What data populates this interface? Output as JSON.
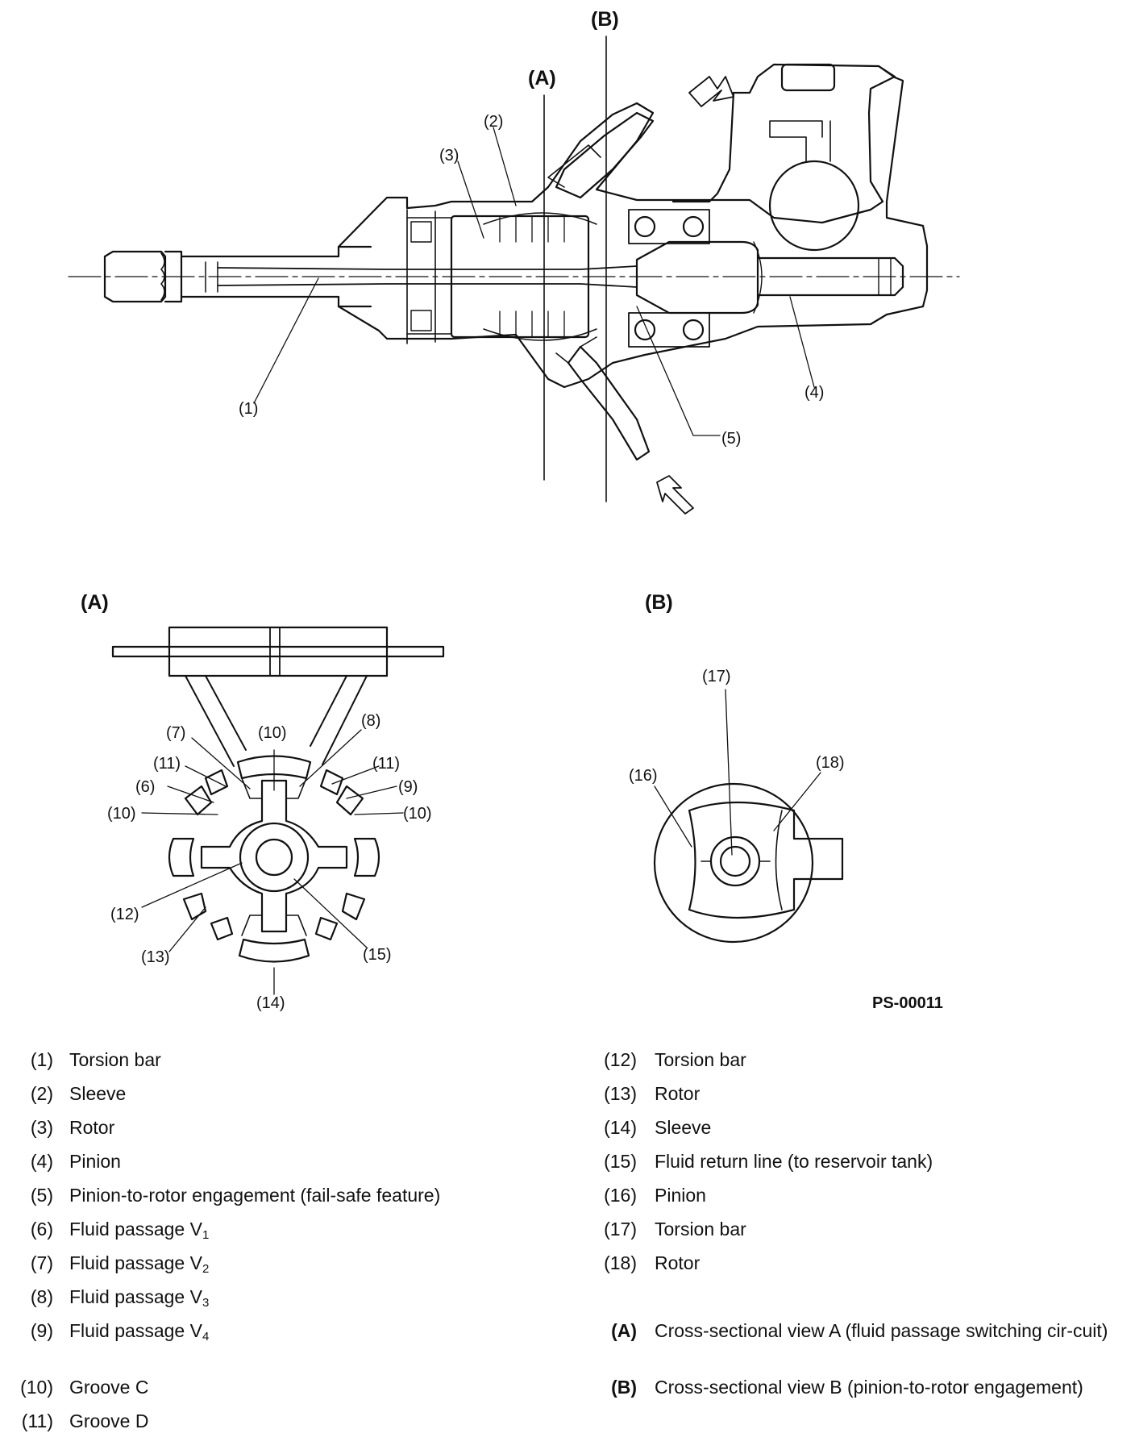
{
  "figure": {
    "code": "PS-00011",
    "sections": {
      "A": "(A)",
      "B": "(B)"
    },
    "callouts": {
      "main": [
        "(1)",
        "(2)",
        "(3)",
        "(4)",
        "(5)"
      ],
      "a": [
        "(7)",
        "(10)",
        "(8)",
        "(11)",
        "(11)",
        "(6)",
        "(9)",
        "(10)",
        "(10)",
        "(12)",
        "(13)",
        "(15)",
        "(14)"
      ],
      "b": [
        "(17)",
        "(16)",
        "(18)"
      ]
    }
  },
  "legend": {
    "left": [
      {
        "num": "(1)",
        "text": "Torsion bar"
      },
      {
        "num": "(2)",
        "text": "Sleeve"
      },
      {
        "num": "(3)",
        "text": "Rotor"
      },
      {
        "num": "(4)",
        "text": "Pinion"
      },
      {
        "num": "(5)",
        "text": "Pinion-to-rotor engagement (fail-safe feature)"
      },
      {
        "num": "(6)",
        "text": "Fluid passage V",
        "sub": "1"
      },
      {
        "num": "(7)",
        "text": "Fluid passage V",
        "sub": "2"
      },
      {
        "num": "(8)",
        "text": "Fluid passage V",
        "sub": "3"
      },
      {
        "num": "(9)",
        "text": "Fluid passage V",
        "sub": "4"
      },
      {
        "num": "(10)",
        "text": "Groove C"
      },
      {
        "num": "(11)",
        "text": "Groove D"
      }
    ],
    "right": [
      {
        "num": "(12)",
        "text": "Torsion bar"
      },
      {
        "num": "(13)",
        "text": "Rotor"
      },
      {
        "num": "(14)",
        "text": "Sleeve"
      },
      {
        "num": "(15)",
        "text": "Fluid return line (to reservoir tank)"
      },
      {
        "num": "(16)",
        "text": "Pinion"
      },
      {
        "num": "(17)",
        "text": "Torsion bar"
      },
      {
        "num": "(18)",
        "text": "Rotor"
      }
    ],
    "views": [
      {
        "num": "(A)",
        "text": "Cross-sectional view A (fluid passage switching cir-cuit)"
      },
      {
        "num": "(B)",
        "text": "Cross-sectional view B (pinion-to-rotor engagement)"
      }
    ]
  }
}
